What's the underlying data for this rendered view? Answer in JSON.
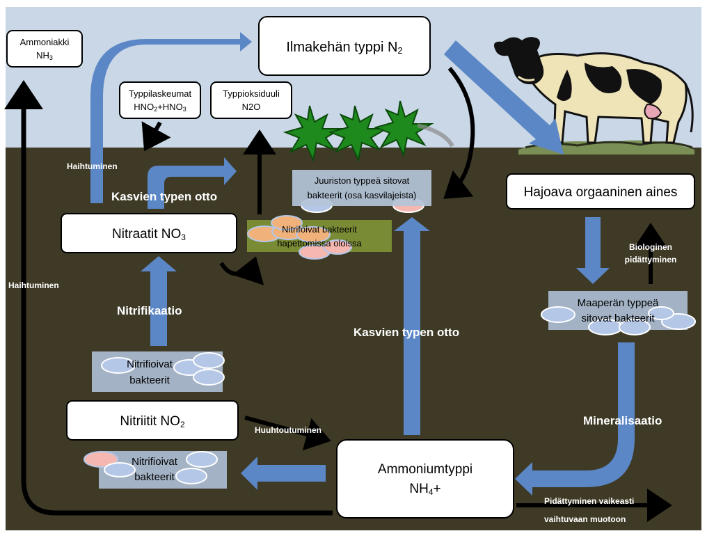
{
  "colors": {
    "sky": "#c9d7e6",
    "soil": "#3f3a26",
    "arrow_blue": "#5b87c7",
    "box_fill": "#ffffff",
    "panel_fill": "#a9b8cc",
    "panel_green": "#7c8f36",
    "black_arrow": "#000000"
  },
  "icons": {
    "cow": "cow-icon",
    "plants": "plants-icon"
  },
  "boxes": {
    "ammoniakki_1": "Ammoniakki",
    "ammoniakki_2": "NH",
    "ammoniakki_sub": "3",
    "ilmakehan": "Ilmakehän typpi N",
    "ilmakehan_sub": "2",
    "typpilaskeumat_1": "Typpilaskeumat",
    "typpilaskeumat_2a": "HNO",
    "typpilaskeumat_2a_sub": "2",
    "typpilaskeumat_2b": "+HNO",
    "typpilaskeumat_2b_sub": "3",
    "typpioksiduuli_1": "Typpioksiduuli",
    "typpioksiduuli_2": "N2O",
    "hajoava": "Hajoava orgaaninen aines",
    "nitraatit": "Nitraatit NO",
    "nitraatit_sub": "3",
    "nitriitit": "Nitriitit NO",
    "nitriitit_sub": "2",
    "ammoniumtyppi_1": "Ammoniumtyppi",
    "ammoniumtyppi_2": "NH",
    "ammoniumtyppi_sub": "4",
    "ammoniumtyppi_sup": "+"
  },
  "panels": {
    "juuriston_1": "Juuriston typpeä sitovat",
    "juuriston_2": "bakteerit (osa kasvilajeista)",
    "nitrifoivat_hap_1": "Nitrifoivat bakteerit",
    "nitrifoivat_hap_2": "hapettomissa oloissa",
    "maaperan_1": "Maaperän typpeä",
    "maaperan_2": "sitovat bakteerit",
    "nitrifioivat_a_1": "Nitrifioivat",
    "nitrifioivat_a_2": "bakteerit",
    "nitrifioivat_b_1": "Nitrifioivat",
    "nitrifioivat_b_2": "bakteerit"
  },
  "labels": {
    "haihtuminen_top": "Haihtuminen",
    "haihtuminen_left": "Haihtuminen",
    "kasvien_otto_top": "Kasvien typen otto",
    "kasvien_otto_mid": "Kasvien typen otto",
    "nitrifikaatio": "Nitrifikaatio",
    "biologinen_1": "Biologinen",
    "biologinen_2": "pidättyminen",
    "mineralisaatio": "Mineralisaatio",
    "huuhtoutuminen": "Huuhtoutuminen",
    "pidattyminen_1": "Pidättyminen vaikeasti",
    "pidattyminen_2": "vaihtuvaan muotoon"
  }
}
